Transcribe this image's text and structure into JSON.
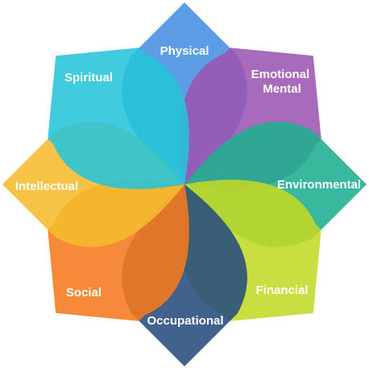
{
  "diagram": {
    "petals": [
      {
        "id": "physical",
        "lines": [
          "Physical"
        ],
        "color": "#4690E2",
        "kind": "diamond",
        "angle": 0
      },
      {
        "id": "emotional",
        "lines": [
          "Emotional",
          "Mental"
        ],
        "color": "#9C55B2",
        "kind": "square",
        "angle": 45
      },
      {
        "id": "environmental",
        "lines": [
          "Environmental"
        ],
        "color": "#1FAE8F",
        "kind": "diamond",
        "angle": 90
      },
      {
        "id": "financial",
        "lines": [
          "Financial"
        ],
        "color": "#C2DA25",
        "kind": "square",
        "angle": 135
      },
      {
        "id": "occupational",
        "lines": [
          "Occupational"
        ],
        "color": "#264C7C",
        "kind": "diamond",
        "angle": 180
      },
      {
        "id": "social",
        "lines": [
          "Social"
        ],
        "color": "#F57A1C",
        "kind": "square",
        "angle": 225
      },
      {
        "id": "intellectual",
        "lines": [
          "Intellectual"
        ],
        "color": "#F6BB2E",
        "kind": "diamond",
        "angle": 270
      },
      {
        "id": "spiritual",
        "lines": [
          "Spiritual"
        ],
        "color": "#26C4D9",
        "kind": "square",
        "angle": 315
      }
    ]
  }
}
